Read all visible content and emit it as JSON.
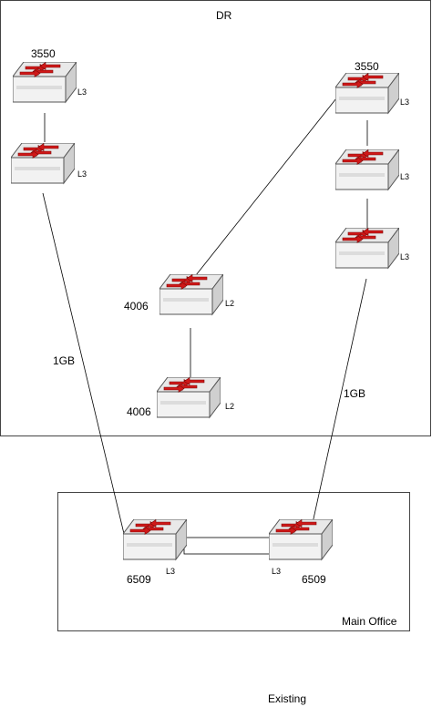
{
  "dr_zone": {
    "label": "DR"
  },
  "main_office_zone": {
    "label": "Main Office"
  },
  "caption": "Existing",
  "link_labels": {
    "left_uplink": "1GB",
    "right_uplink": "1GB"
  },
  "switches": [
    {
      "id": "dr-left-1",
      "model": "3550",
      "layer": "L3"
    },
    {
      "id": "dr-left-2",
      "model": "",
      "layer": "L3"
    },
    {
      "id": "dr-right-1",
      "model": "3550",
      "layer": "L3"
    },
    {
      "id": "dr-right-2",
      "model": "",
      "layer": "L3"
    },
    {
      "id": "dr-right-3",
      "model": "",
      "layer": "L3"
    },
    {
      "id": "dr-mid-1",
      "model": "4006",
      "layer": "L2"
    },
    {
      "id": "dr-mid-2",
      "model": "4006",
      "layer": "L2"
    },
    {
      "id": "mo-left",
      "model": "6509",
      "layer": "L3"
    },
    {
      "id": "mo-right",
      "model": "6509",
      "layer": "L3"
    }
  ],
  "colors": {
    "switch_top": "#e6e6e6",
    "switch_side": "#cfcfcf",
    "arrow": "#d01818",
    "line": "#000000"
  }
}
